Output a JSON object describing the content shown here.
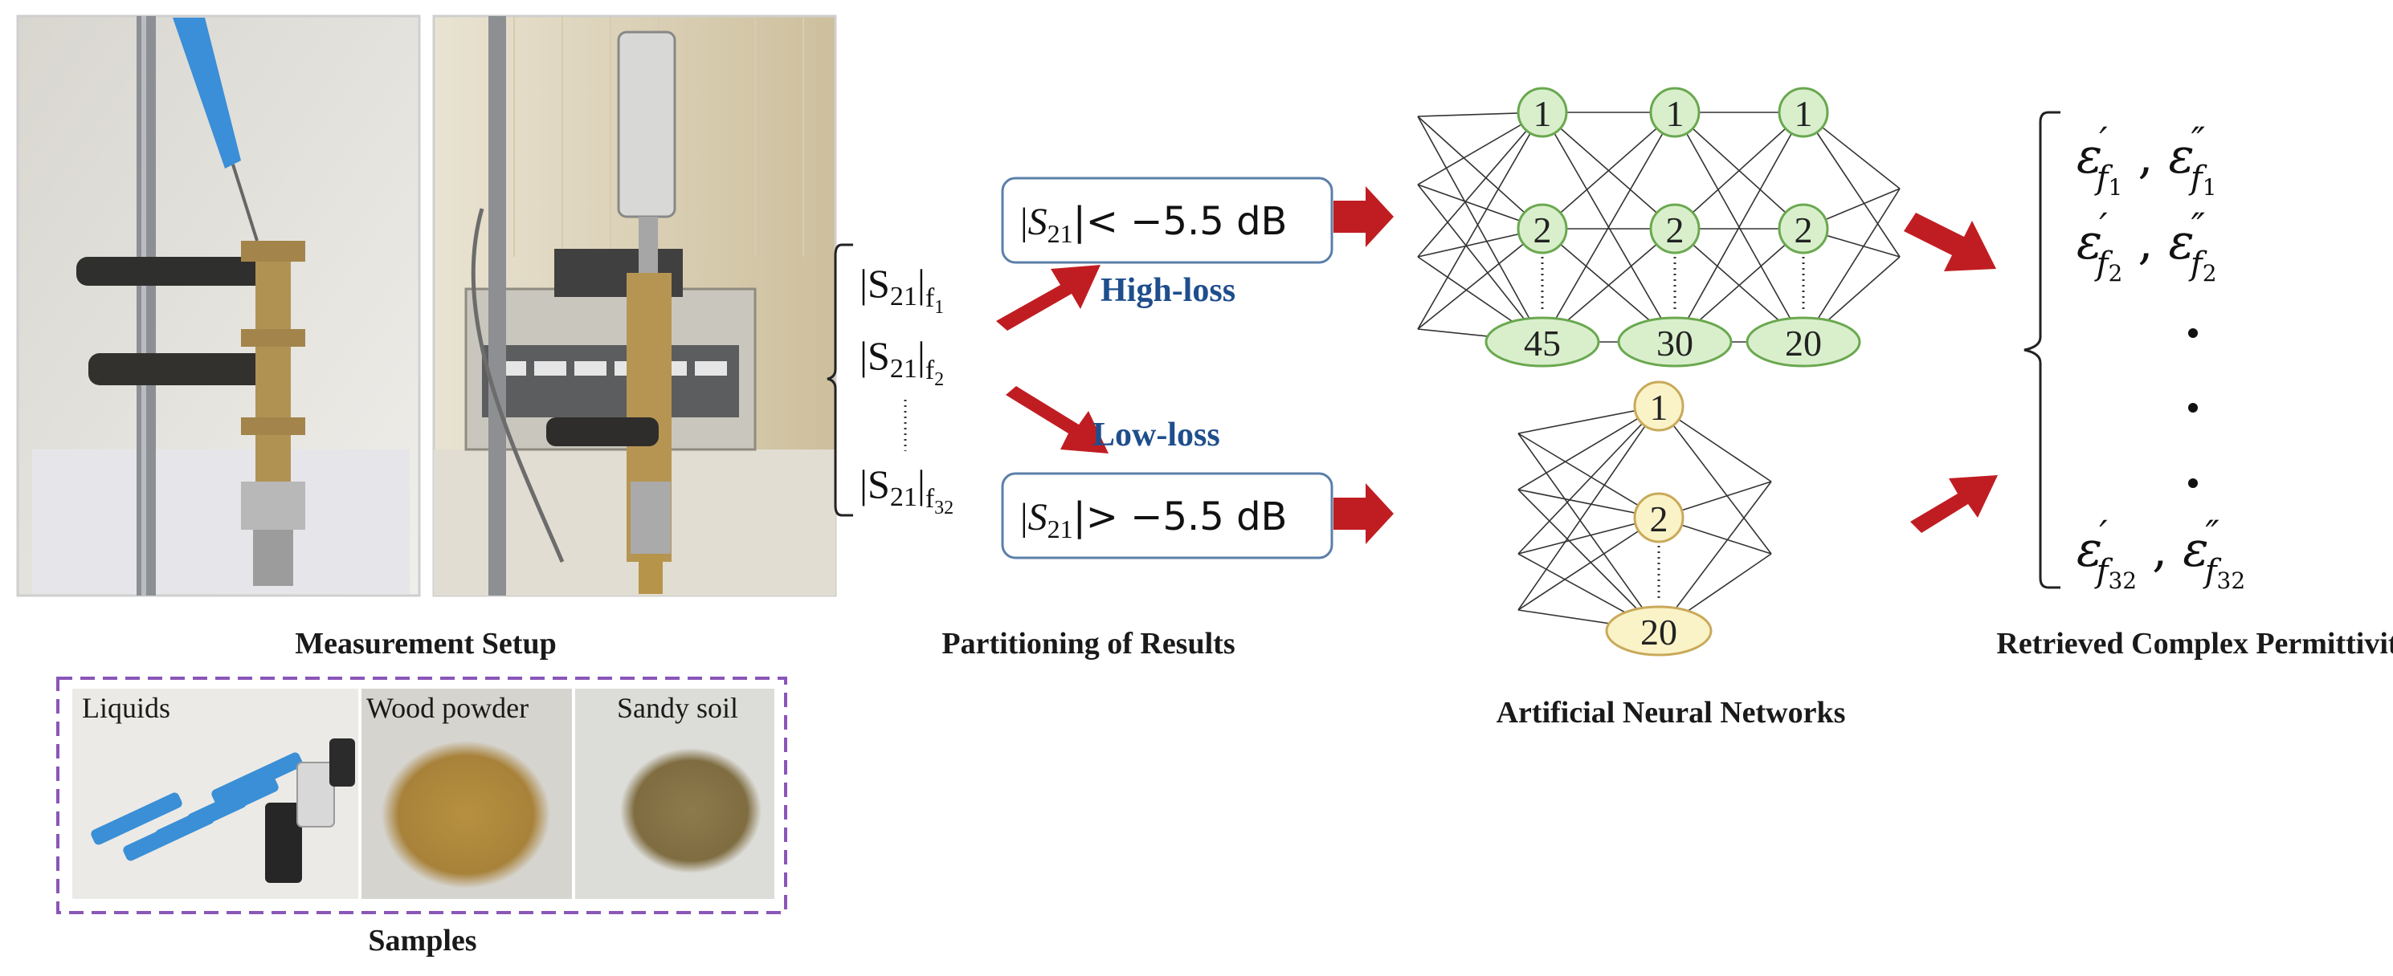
{
  "captions": {
    "measurement_setup": "Measurement Setup",
    "samples": "Samples",
    "partitioning": "Partitioning of Results",
    "ann": "Artificial Neural Networks",
    "retrieved": "Retrieved Complex Permittivity"
  },
  "samples": {
    "liquids": "Liquids",
    "wood": "Wood powder",
    "soil": "Sandy soil"
  },
  "inputs": {
    "s": "|S",
    "s_sub": "21",
    "f": "f",
    "rows": [
      {
        "fsub": "1"
      },
      {
        "fsub": "2"
      },
      {
        "fsub": "32"
      }
    ]
  },
  "branches": {
    "high_label": "High-loss",
    "low_label": "Low-loss",
    "high_condition": "|< −5.5 dB",
    "low_condition": "|> −5.5 dB"
  },
  "network_high": {
    "layers": [
      {
        "top": "1",
        "mid": "2",
        "last": "45"
      },
      {
        "top": "1",
        "mid": "2",
        "last": "30"
      },
      {
        "top": "1",
        "mid": "2",
        "last": "20"
      }
    ]
  },
  "network_low": {
    "layers": [
      {
        "top": "1",
        "mid": "2",
        "last": "20"
      }
    ]
  },
  "outputs": {
    "eps": "ε",
    "prime": "′",
    "dprime": "″",
    "rows": [
      {
        "sub": "1"
      },
      {
        "sub": "2"
      },
      {
        "sub": "32"
      }
    ]
  },
  "colors": {
    "arrow": "#c01d22",
    "node_high": "#d9efcc",
    "node_low": "#fbf3c8",
    "box_border": "#5b7fa8",
    "samples_border": "#8a56b8",
    "label_blue": "#1f4e8c"
  }
}
